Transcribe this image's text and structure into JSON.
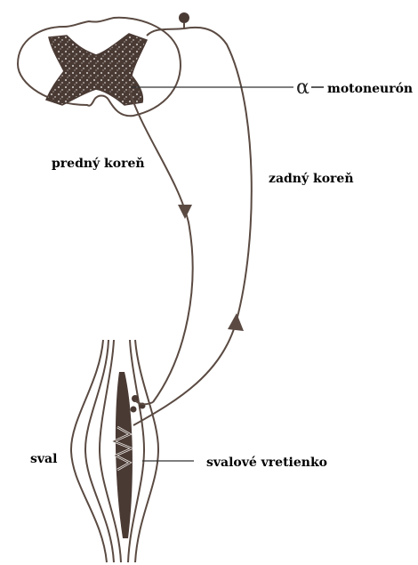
{
  "labels": {
    "alpha_symbol": "α",
    "motoneuron": "motoneurón",
    "anterior_root": "predný koreň",
    "posterior_root": "zadný koreň",
    "muscle": "sval",
    "muscle_spindle": "svalové vretienko"
  },
  "colors": {
    "line": "#5a4a42",
    "gray_matter": "#4a3a34",
    "background": "#ffffff"
  }
}
